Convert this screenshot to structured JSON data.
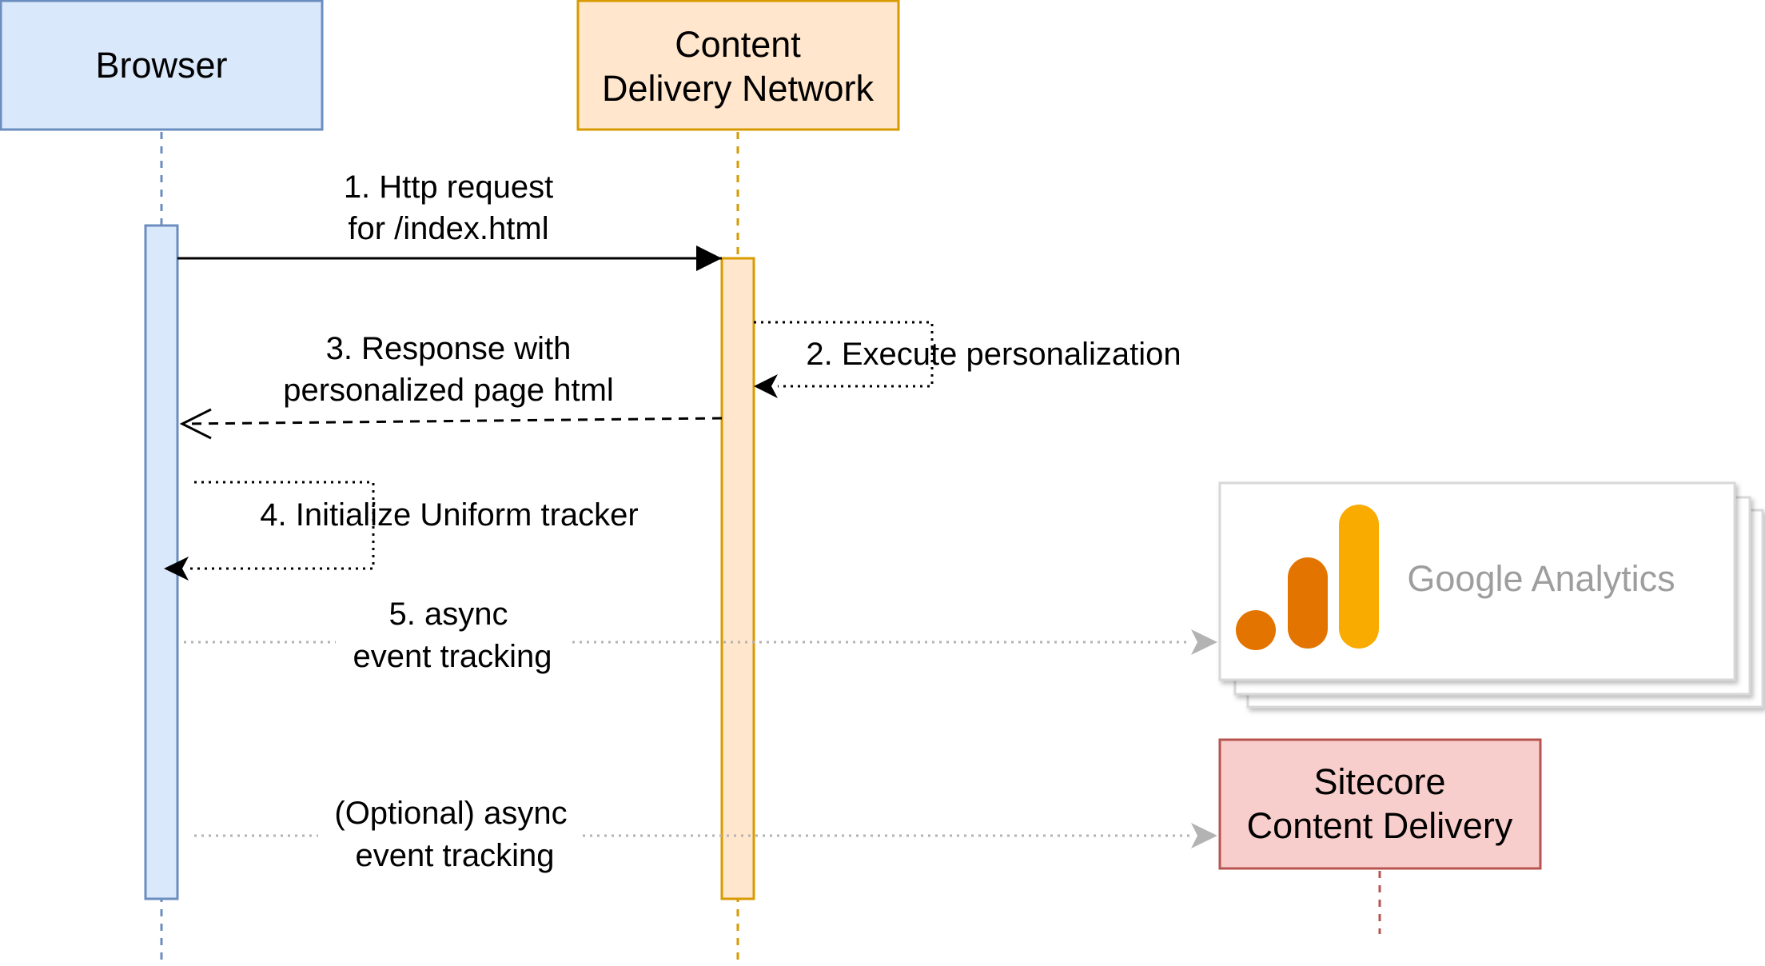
{
  "participants": {
    "browser": {
      "label": "Browser"
    },
    "cdn": {
      "line1": "Content",
      "line2": "Delivery Network"
    },
    "google_analytics": {
      "label": "Google Analytics"
    },
    "sitecore": {
      "line1": "Sitecore",
      "line2": "Content Delivery"
    }
  },
  "messages": {
    "m1": {
      "line1": "1. Http request",
      "line2": "for /index.html"
    },
    "m2": {
      "line1": "2. Execute personalization"
    },
    "m3": {
      "line1": "3. Response with",
      "line2": "personalized page html"
    },
    "m4": {
      "line1": "4. Initialize Uniform tracker"
    },
    "m5": {
      "line1": "5. async",
      "line2": "event tracking"
    },
    "m6": {
      "line1": "(Optional) async",
      "line2": "event tracking"
    }
  },
  "colors": {
    "browser_fill": "#dae8fc",
    "browser_stroke": "#6c8ebf",
    "cdn_fill": "#ffe6cc",
    "cdn_stroke": "#d79b00",
    "sitecore_fill": "#f8cecc",
    "sitecore_stroke": "#b85450",
    "ga_bar_dark": "#e37400",
    "ga_bar_light": "#f9ab00",
    "async_arrow": "#b3b3b3"
  }
}
